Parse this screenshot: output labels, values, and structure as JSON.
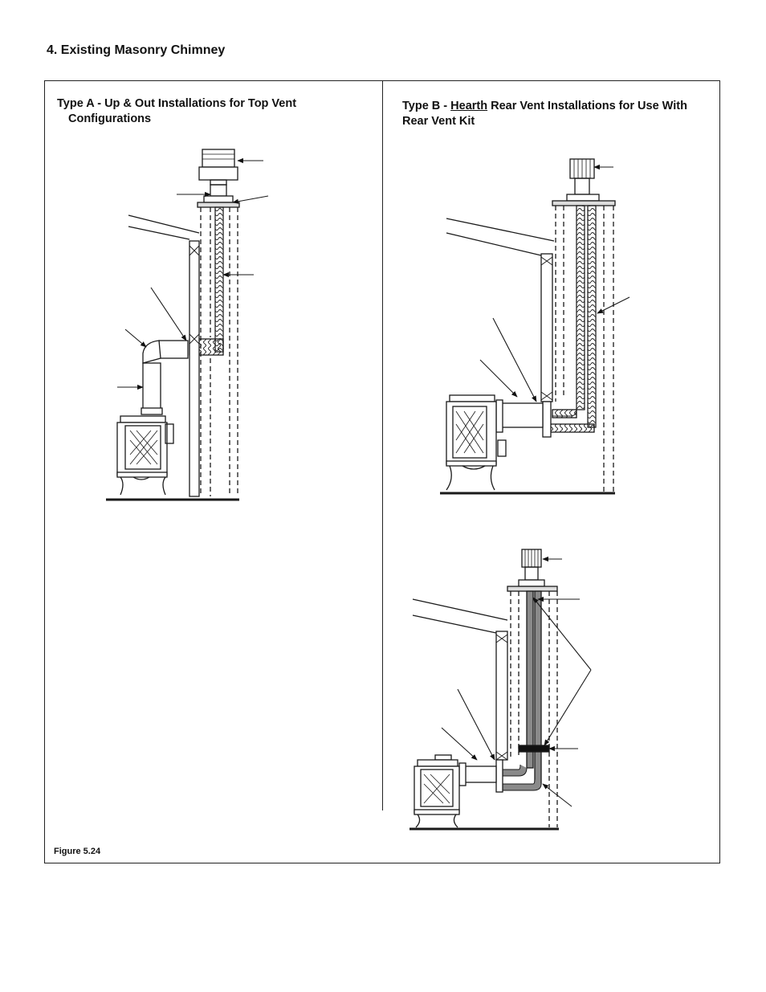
{
  "heading": "4. Existing Masonry Chimney",
  "panel_a": {
    "title_line1": "Type A - Up & Out Installations for Top Vent",
    "title_line2": "Configurations"
  },
  "panel_b": {
    "title_prefix": "Type B - ",
    "title_underlined": "Hearth",
    "title_rest": " Rear Vent Installations for Use With",
    "title_line2": "Rear  Vent  Kit"
  },
  "caption": "Figure 5.24",
  "colors": {
    "ink": "#1a1a1a",
    "liner_gray": "#8a8a8a",
    "background": "#ffffff"
  }
}
